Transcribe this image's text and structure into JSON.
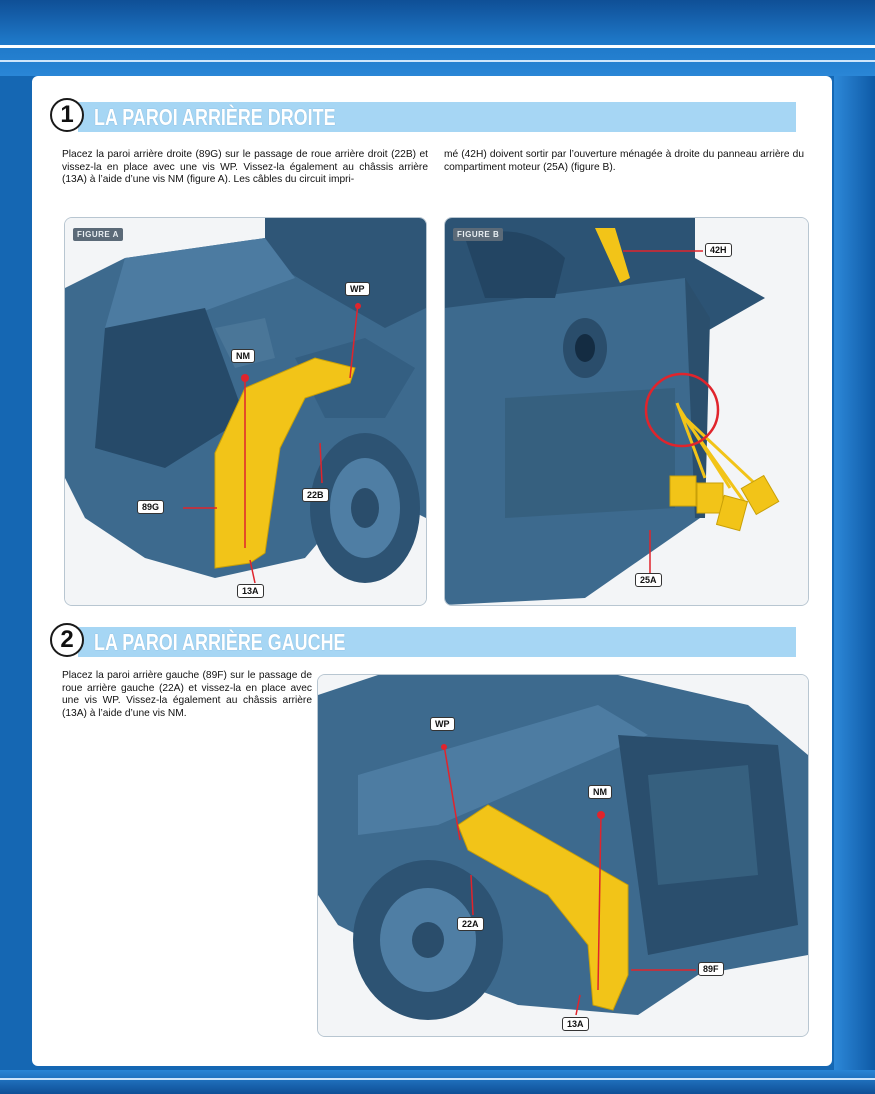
{
  "section1": {
    "number": "1",
    "title": "LA PAROI ARRIÈRE DROITE",
    "text_col1": "Placez la paroi arrière droite (89G) sur le passage de roue arrière droit (22B) et vissez-la en place avec une vis WP. Vissez-la également au châssis arrière (13A) à l’aide d’une vis NM (figure A). Les câbles du circuit impri-",
    "text_col2": "mé (42H) doivent sortir par l’ouverture ménagée à droite du panneau arrière du compartiment moteur (25A) (figure B).",
    "figureA": {
      "tag": "FIGURE A",
      "labels": {
        "wp": "WP",
        "nm": "NM",
        "p89g": "89G",
        "p22b": "22B",
        "p13a": "13A"
      }
    },
    "figureB": {
      "tag": "FIGURE B",
      "labels": {
        "p42h": "42H",
        "p25a": "25A"
      }
    }
  },
  "section2": {
    "number": "2",
    "title": "LA PAROI ARRIÈRE GAUCHE",
    "text": "Placez la paroi arrière gauche (89F) sur le passage de roue arrière gauche (22A) et vissez-la en place avec une vis WP. Vissez-la également au châssis arrière (13A) à l’aide d’une vis NM.",
    "figure": {
      "labels": {
        "wp": "WP",
        "nm": "NM",
        "p22a": "22A",
        "p89f": "89F",
        "p13a": "13A"
      }
    }
  },
  "colors": {
    "accent_bar": "#a6d6f4",
    "model_blue": "#3d6a8e",
    "part_yellow": "#f2c418",
    "callout_red": "#e0242c"
  }
}
